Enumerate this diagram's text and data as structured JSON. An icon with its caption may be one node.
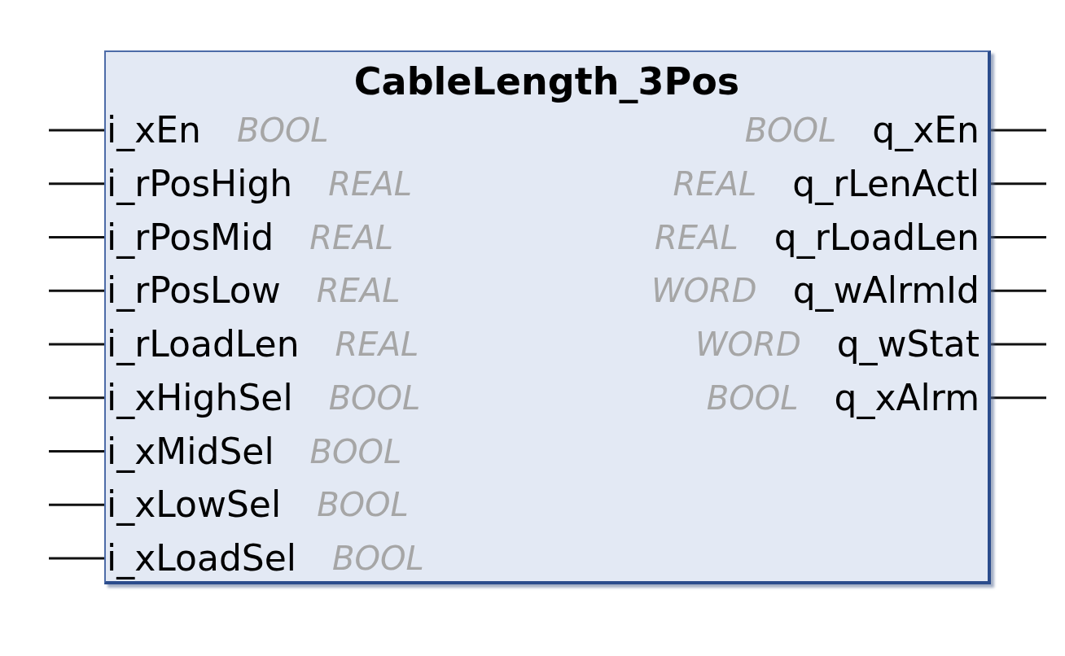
{
  "diagram": {
    "nodes": [
      {
        "text": [
          "CableLength_3Pos"
        ]
      },
      {
        "text": [
          "i_xEn",
          "BOOL"
        ],
        "in": 0
      },
      {
        "text": [
          "i_rPosHigh",
          "REAL"
        ],
        "in": 0
      },
      {
        "text": [
          "i_rPosMid",
          "REAL"
        ],
        "in": 0
      },
      {
        "text": [
          "i_rPosLow",
          "REAL"
        ],
        "in": 0
      },
      {
        "text": [
          "i_rLoadLen",
          "REAL"
        ],
        "in": 0
      },
      {
        "text": [
          "i_xHighSel",
          "BOOL"
        ],
        "in": 0
      },
      {
        "text": [
          "i_xMidSel",
          "BOOL"
        ],
        "in": 0
      },
      {
        "text": [
          "i_xLowSel",
          "BOOL"
        ],
        "in": 0
      },
      {
        "text": [
          "i_xLoadSel",
          "BOOL"
        ],
        "in": 0
      },
      {
        "text": [
          "BOOL",
          "q_xEn"
        ],
        "in": 0
      },
      {
        "text": [
          "REAL",
          "q_rLenActl"
        ],
        "in": 0
      },
      {
        "text": [
          "REAL",
          "q_rLoadLen"
        ],
        "in": 0
      },
      {
        "text": [
          "WORD",
          "q_wAlrmId"
        ],
        "in": 0
      },
      {
        "text": [
          "WORD",
          "q_wStat"
        ],
        "in": 0
      },
      {
        "text": [
          "BOOL",
          "q_xAlrm"
        ],
        "in": 0
      }
    ],
    "edges": [
      {
        "from": null,
        "to": 1,
        "arrow": "none"
      },
      {
        "from": null,
        "to": 2,
        "arrow": "none"
      },
      {
        "from": null,
        "to": 3,
        "arrow": "none"
      },
      {
        "from": null,
        "to": 4,
        "arrow": "none"
      },
      {
        "from": null,
        "to": 5,
        "arrow": "none"
      },
      {
        "from": null,
        "to": 6,
        "arrow": "none"
      },
      {
        "from": null,
        "to": 7,
        "arrow": "none"
      },
      {
        "from": null,
        "to": 8,
        "arrow": "none"
      },
      {
        "from": null,
        "to": 9,
        "arrow": "none"
      },
      {
        "from": 10,
        "to": null,
        "arrow": "none"
      },
      {
        "from": 11,
        "to": null,
        "arrow": "none"
      },
      {
        "from": 12,
        "to": null,
        "arrow": "none"
      },
      {
        "from": 13,
        "to": null,
        "arrow": "none"
      },
      {
        "from": 14,
        "to": null,
        "arrow": "none"
      },
      {
        "from": 15,
        "to": null,
        "arrow": "none"
      }
    ]
  }
}
